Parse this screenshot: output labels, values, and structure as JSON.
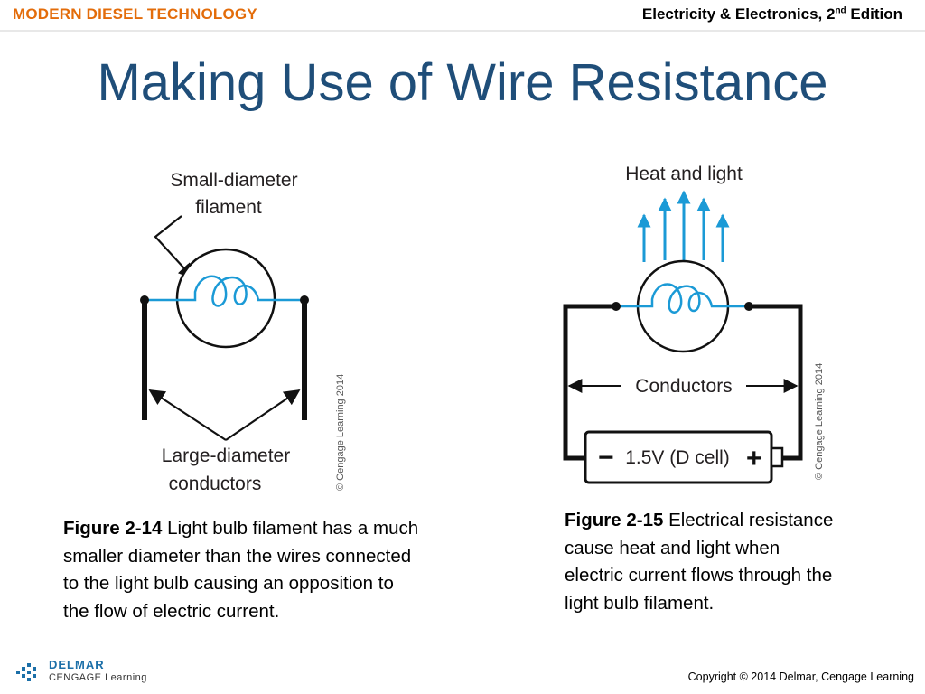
{
  "header": {
    "left": "MODERN DIESEL TECHNOLOGY",
    "right_main": "Electricity & Electronics, 2",
    "right_sup": "nd",
    "right_tail": " Edition"
  },
  "title": "Making Use of Wire Resistance",
  "figure_left": {
    "label_top_1": "Small-diameter",
    "label_top_2": "filament",
    "label_bottom_1": "Large-diameter",
    "label_bottom_2": "conductors",
    "credit": "© Cengage Learning 2014"
  },
  "figure_right": {
    "label_top": "Heat and light",
    "label_mid": "Conductors",
    "battery_label": "1.5V  (D cell)",
    "minus": "−",
    "plus": "+",
    "credit": "© Cengage Learning 2014"
  },
  "caption_left": {
    "figure": "Figure 2-14",
    "text": " Light bulb filament has a much smaller diameter than the wires connected to the light bulb causing an opposition to the flow of electric current."
  },
  "caption_right": {
    "figure": "Figure 2-15",
    "text": " Electrical resistance cause heat and light when electric current flows through the light bulb filament."
  },
  "footer": {
    "logo_top": "DELMAR",
    "logo_bottom": "CENGAGE Learning",
    "copyright": "Copyright © 2014 Delmar, Cengage Learning"
  },
  "colors": {
    "header_left": "#e36c0a",
    "title": "#1f4e79",
    "wire_blue": "#1b9ad6",
    "logo_blue": "#1b6fa8"
  }
}
